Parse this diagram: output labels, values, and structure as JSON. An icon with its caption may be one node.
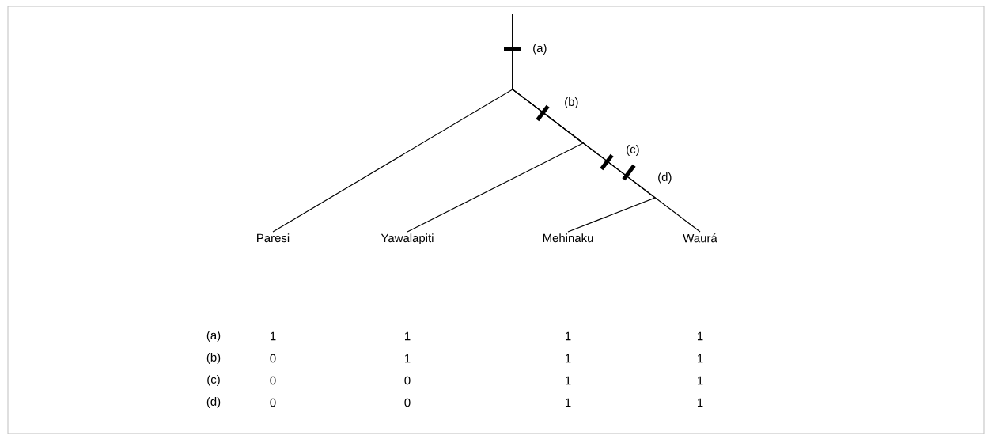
{
  "diagram": {
    "nodes": [
      {
        "text": [
          "Paresi"
        ]
      },
      {
        "text": [
          "Yawalapiti"
        ]
      },
      {
        "text": [
          "Mehinaku"
        ]
      },
      {
        "text": [
          "Waurá"
        ]
      }
    ],
    "edges": [
      {
        "from": null,
        "to": 0,
        "arrow": "none"
      },
      {
        "from": null,
        "to": 1,
        "arrow": "none"
      },
      {
        "from": null,
        "to": 2,
        "arrow": "none"
      },
      {
        "from": null,
        "to": 3,
        "arrow": "none"
      }
    ],
    "labels": [
      "(a)",
      "(b)",
      "(c)",
      "(d)",
      "(a)",
      "1",
      "1",
      "1",
      "1",
      "(b)",
      "0",
      "1",
      "1",
      "1",
      "(c)",
      "0",
      "0",
      "1",
      "1",
      "(d)",
      "0",
      "0",
      "1",
      "1"
    ]
  }
}
